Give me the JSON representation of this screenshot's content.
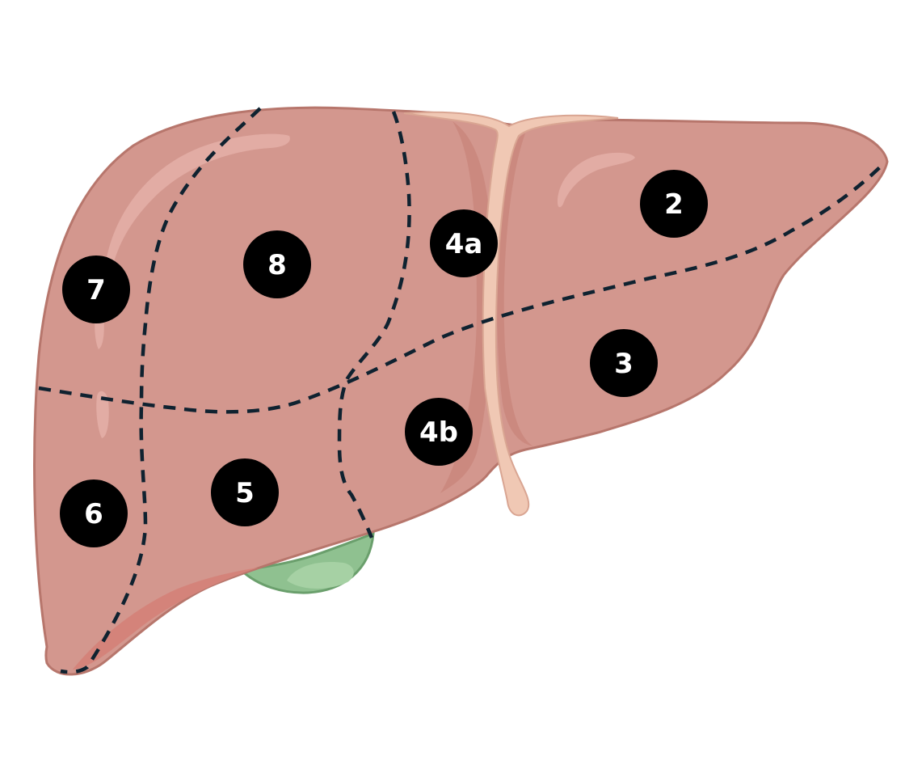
{
  "colors": {
    "liver_fill": "#d3978e",
    "liver_stroke": "#b7766c",
    "liver_shadow": "#c88479",
    "liver_highlight": "#e3aea6",
    "underside": "#d4837a",
    "ligament_fill": "#f0c8b4",
    "ligament_stroke": "#d9a592",
    "gallbladder_fill": "#8fc190",
    "gallbladder_stroke": "#6a9f6c",
    "gallbladder_highlight": "#a6d1a4",
    "divider_line": "#0f2230",
    "marker_fill": "#000000",
    "marker_text": "#ffffff"
  },
  "segments": [
    {
      "id": "seg-2",
      "label": "2"
    },
    {
      "id": "seg-3",
      "label": "3"
    },
    {
      "id": "seg-4a",
      "label": "4a"
    },
    {
      "id": "seg-4b",
      "label": "4b"
    },
    {
      "id": "seg-5",
      "label": "5"
    },
    {
      "id": "seg-6",
      "label": "6"
    },
    {
      "id": "seg-7",
      "label": "7"
    },
    {
      "id": "seg-8",
      "label": "8"
    }
  ]
}
